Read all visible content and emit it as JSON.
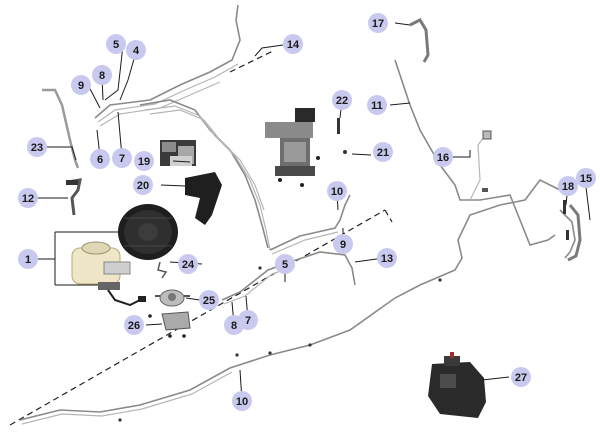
{
  "diagram": {
    "callouts": [
      {
        "id": "c1",
        "label": "1"
      },
      {
        "id": "c4",
        "label": "4"
      },
      {
        "id": "c5a",
        "label": "5"
      },
      {
        "id": "c5b",
        "label": "5"
      },
      {
        "id": "c6",
        "label": "6"
      },
      {
        "id": "c7a",
        "label": "7"
      },
      {
        "id": "c7b",
        "label": "7"
      },
      {
        "id": "c8a",
        "label": "8"
      },
      {
        "id": "c8b",
        "label": "8"
      },
      {
        "id": "c9a",
        "label": "9"
      },
      {
        "id": "c9b",
        "label": "9"
      },
      {
        "id": "c10a",
        "label": "10"
      },
      {
        "id": "c10b",
        "label": "10"
      },
      {
        "id": "c11",
        "label": "11"
      },
      {
        "id": "c12",
        "label": "12"
      },
      {
        "id": "c13",
        "label": "13"
      },
      {
        "id": "c14",
        "label": "14"
      },
      {
        "id": "c15",
        "label": "15"
      },
      {
        "id": "c16",
        "label": "16"
      },
      {
        "id": "c17",
        "label": "17"
      },
      {
        "id": "c18",
        "label": "18"
      },
      {
        "id": "c19",
        "label": "19"
      },
      {
        "id": "c20",
        "label": "20"
      },
      {
        "id": "c21",
        "label": "21"
      },
      {
        "id": "c22",
        "label": "22"
      },
      {
        "id": "c23",
        "label": "23"
      },
      {
        "id": "c24",
        "label": "24"
      },
      {
        "id": "c25",
        "label": "25"
      },
      {
        "id": "c26",
        "label": "26"
      },
      {
        "id": "c27",
        "label": "27"
      }
    ],
    "colors": {
      "callout_fill": "#c9c9f0",
      "line": "#1a1a1a",
      "tube": "#8a8a8a"
    }
  }
}
